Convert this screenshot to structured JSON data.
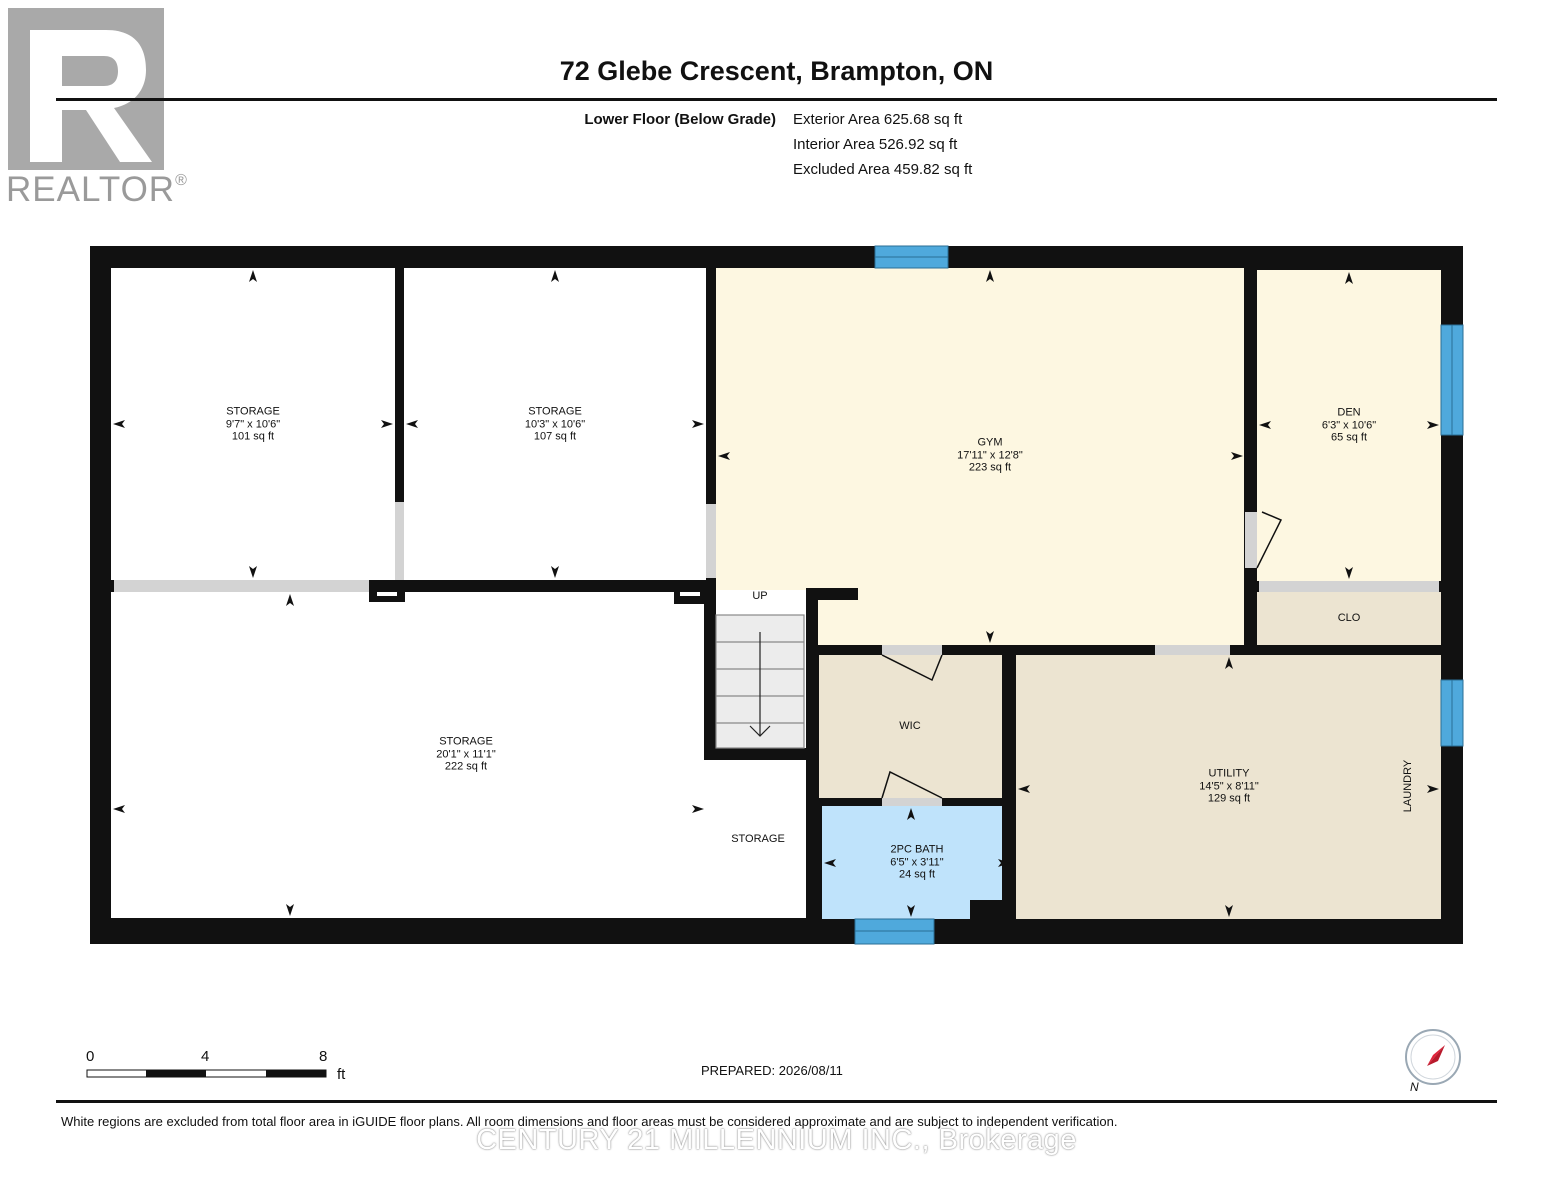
{
  "header": {
    "address": "72 Glebe Crescent, Brampton, ON",
    "floor_label": "Lower Floor (Below Grade)",
    "exterior_area": "Exterior Area 625.68 sq ft",
    "interior_area": "Interior Area 526.92 sq ft",
    "excluded_area": "Excluded Area 459.82 sq ft"
  },
  "logo": {
    "text": "REALTOR",
    "mark": "®"
  },
  "rooms": {
    "storage_1": {
      "name": "STORAGE",
      "dims": "9'7\" x 10'6\"",
      "area": "101 sq ft"
    },
    "storage_2": {
      "name": "STORAGE",
      "dims": "10'3\" x 10'6\"",
      "area": "107 sq ft"
    },
    "gym": {
      "name": "GYM",
      "dims": "17'11\" x 12'8\"",
      "area": "223 sq ft"
    },
    "den": {
      "name": "DEN",
      "dims": "6'3\" x 10'6\"",
      "area": "65 sq ft"
    },
    "clo": {
      "name": "CLO"
    },
    "storage_3": {
      "name": "STORAGE",
      "dims": "20'1\" x 11'1\"",
      "area": "222 sq ft"
    },
    "storage_small": {
      "name": "STORAGE"
    },
    "stairs": {
      "name": "UP"
    },
    "wic": {
      "name": "WIC"
    },
    "bath": {
      "name": "2PC BATH",
      "dims": "6'5\" x 3'11\"",
      "area": "24 sq ft"
    },
    "utility": {
      "name": "UTILITY",
      "dims": "14'5\" x 8'11\"",
      "area": "129 sq ft"
    },
    "laundry": {
      "name": "LAUNDRY"
    }
  },
  "scale": {
    "ticks": [
      "0",
      "4",
      "8"
    ],
    "unit": "ft"
  },
  "prepared": "PREPARED: 2026/08/11",
  "compass": {
    "label": "N"
  },
  "footer": {
    "disclaimer": "White regions are excluded from total floor area in iGUIDE floor plans. All room dimensions and floor areas must be considered approximate and are subject to independent verification.",
    "watermark": "CENTURY 21 MILLENNIUM INC., Brokerage"
  },
  "colors": {
    "wall": "#111111",
    "window": "#4fa9dc",
    "gym_floor": "#fdf7e1",
    "den_floor": "#fdf7e1",
    "utility_floor": "#ece4d1",
    "wic_floor": "#ece4d1",
    "clo_floor": "#ece4d1",
    "bath_floor": "#bfe3fb",
    "door": "#d3d3d3"
  }
}
